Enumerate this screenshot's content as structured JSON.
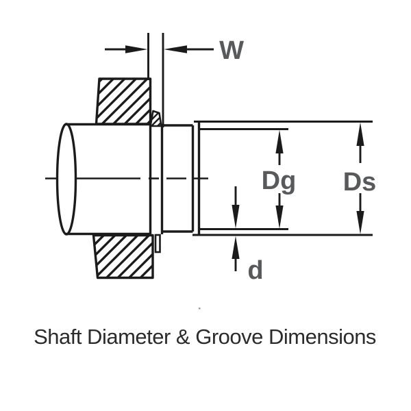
{
  "figure": {
    "caption": "Shaft Diameter & Groove Dimensions",
    "labels": {
      "groove_width": "W",
      "groove_diameter": "Dg",
      "shaft_diameter": "Ds",
      "groove_depth": "d"
    },
    "colors": {
      "line": "#1b1b1b",
      "dimension_label": "#58595b",
      "caption": "#2b2b2b",
      "background": "#ffffff"
    }
  }
}
